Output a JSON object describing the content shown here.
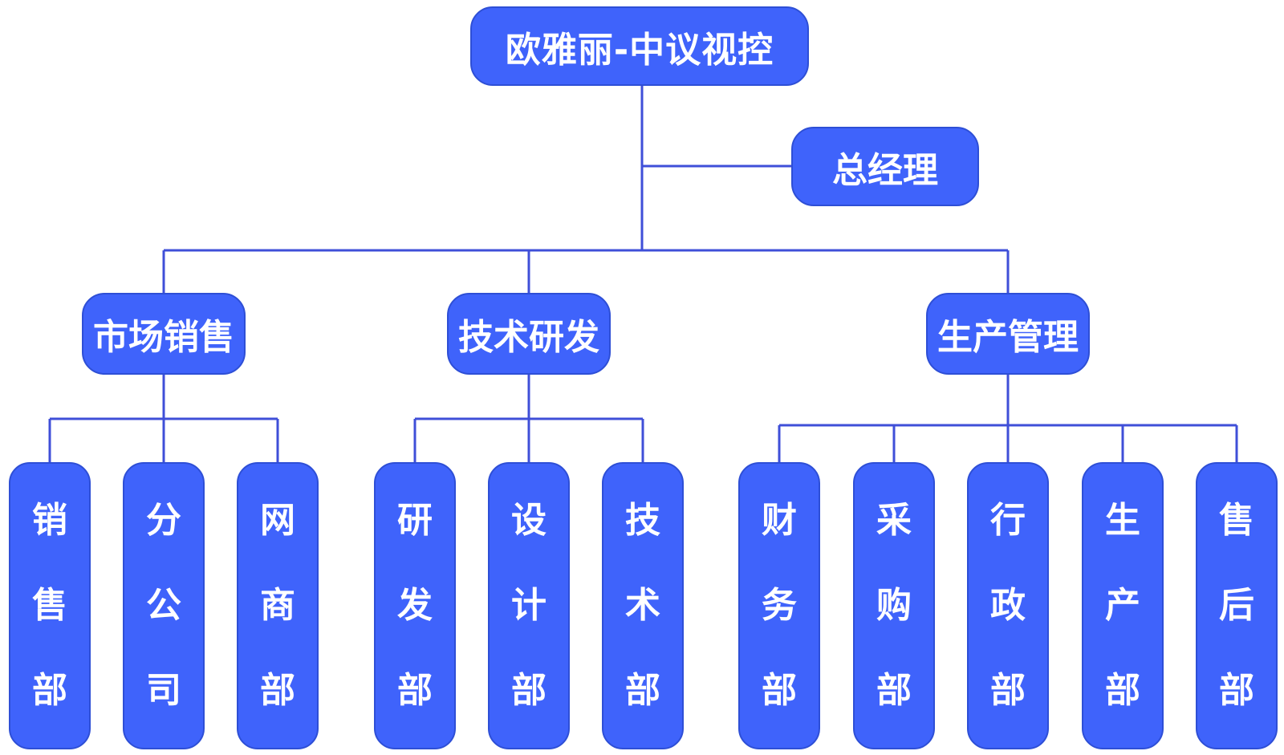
{
  "root": {
    "label": "欧雅丽-中议视控"
  },
  "general_manager": {
    "label": "总经理"
  },
  "divisions": [
    {
      "label": "市场销售",
      "departments": [
        [
          "销",
          "售",
          "部"
        ],
        [
          "分",
          "公",
          "司"
        ],
        [
          "网",
          "商",
          "部"
        ]
      ]
    },
    {
      "label": "技术研发",
      "departments": [
        [
          "研",
          "发",
          "部"
        ],
        [
          "设",
          "计",
          "部"
        ],
        [
          "技",
          "术",
          "部"
        ]
      ]
    },
    {
      "label": "生产管理",
      "departments": [
        [
          "财",
          "务",
          "部"
        ],
        [
          "采",
          "购",
          "部"
        ],
        [
          "行",
          "政",
          "部"
        ],
        [
          "生",
          "产",
          "部"
        ],
        [
          "售",
          "后",
          "部"
        ]
      ]
    }
  ],
  "colors": {
    "box_fill": "#3f63fb",
    "connector": "#3f4fd8",
    "text": "#ffffff"
  }
}
